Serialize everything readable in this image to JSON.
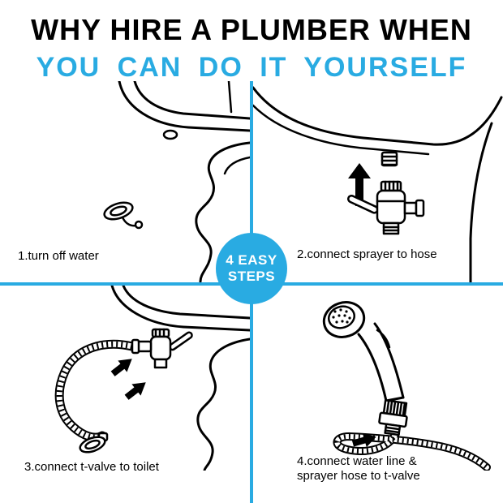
{
  "colors": {
    "accent": "#29ABE2",
    "text": "#000000",
    "background": "#FFFFFF"
  },
  "header": {
    "line1": "WHY HIRE A PLUMBER WHEN",
    "line2": "YOU CAN DO IT YOURSELF"
  },
  "badge": {
    "line1": "4 EASY",
    "line2": "STEPS"
  },
  "steps": [
    {
      "id": 1,
      "caption": "1.turn off water"
    },
    {
      "id": 2,
      "caption": "2.connect sprayer to hose"
    },
    {
      "id": 3,
      "caption": "3.connect t-valve to toilet"
    },
    {
      "id": 4,
      "caption_line1": "4.connect water line &",
      "caption_line2": "sprayer hose to t-valve"
    }
  ]
}
